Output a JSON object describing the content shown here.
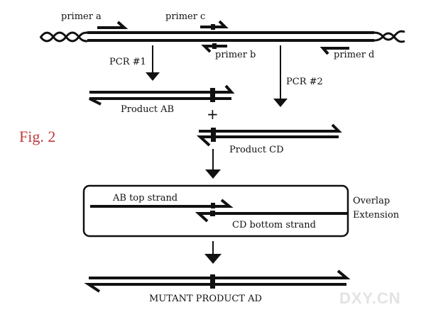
{
  "figure_label": "Fig. 2",
  "watermark": "DXY.CN",
  "template": {
    "primers": [
      {
        "id": "a",
        "label": "primer a",
        "direction": "forward"
      },
      {
        "id": "b",
        "label": "primer b",
        "direction": "reverse",
        "carries_mutation": true
      },
      {
        "id": "c",
        "label": "primer c",
        "direction": "forward",
        "carries_mutation": true
      },
      {
        "id": "d",
        "label": "primer d",
        "direction": "reverse"
      }
    ]
  },
  "steps": {
    "pcr1": "PCR #1",
    "pcr2": "PCR #2",
    "product_ab": "Product AB",
    "plus": "+",
    "product_cd": "Product CD",
    "ab_top_strand": "AB top strand",
    "cd_bottom_strand": "CD bottom strand",
    "overlap_line1": "Overlap",
    "overlap_line2": "Extension",
    "mutant_product": "MUTANT PRODUCT AD"
  },
  "colors": {
    "ink": "#111111",
    "figure_label": "#c0393e",
    "watermark": "#e3e3e3"
  }
}
